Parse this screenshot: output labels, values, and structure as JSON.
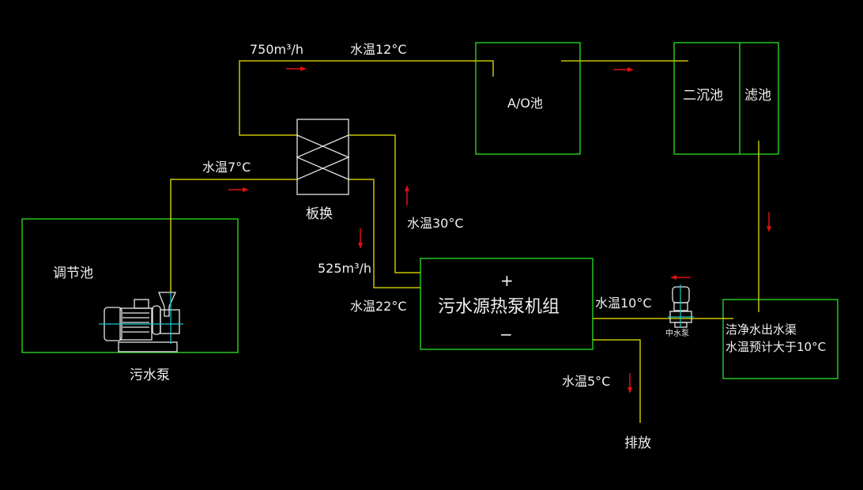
{
  "labels": {
    "flow_top": "750m³/h",
    "temp_12": "水温12°C",
    "ao_tank": "A/O池",
    "secondary_clarifier": "二沉池",
    "filter_tank": "滤池",
    "temp_7": "水温7°C",
    "plate_exchanger": "板换",
    "temp_30": "水温30°C",
    "flow_mid": "525m³/h",
    "temp_22": "水温22°C",
    "regulating_tank": "调节池",
    "sewage_pump": "污水泵",
    "heat_pump_unit": "污水源热泵机组",
    "plus": "+",
    "minus": "−",
    "temp_10": "水温10°C",
    "mid_pump": "中水泵",
    "clean_channel_line1": "洁净水出水渠",
    "clean_channel_line2": "水温预计大于10°C",
    "temp_5": "水温5°C",
    "discharge": "排放"
  },
  "colors": {
    "tank_outline": "#22c61e",
    "pipe": "#c8c400",
    "flow_arrow": "#e01010",
    "equipment": "#e6e6e6",
    "centerline": "#19c8d0"
  }
}
